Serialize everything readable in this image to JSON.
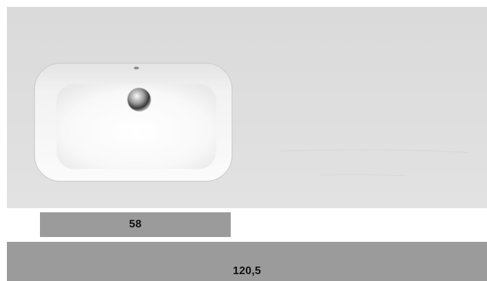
{
  "product": {
    "description_icon": "washbasin-top-view"
  },
  "dimensions": {
    "basin_width": "58",
    "total_width": "120,5"
  },
  "colors": {
    "countertop": "#dedede",
    "basin": "#f7f7f7",
    "dimension_bar": "#9b9b9b",
    "label_text": "#111111"
  }
}
